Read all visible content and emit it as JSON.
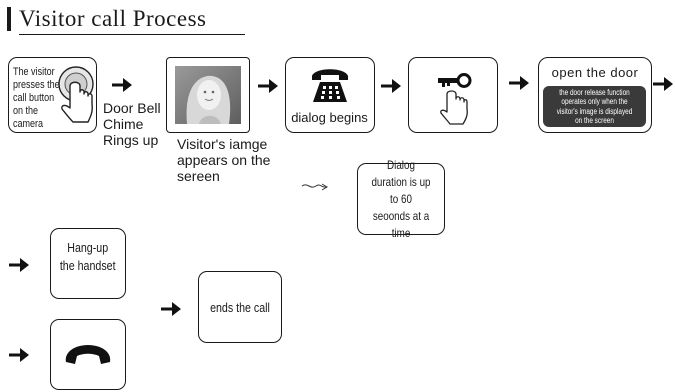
{
  "title": "Visitor call Process",
  "steps": {
    "visitor_press": "The visitor presses the call button on the camera",
    "door_bell": "Door Bell Chime Rings up",
    "visitor_image": "Visitor's iamge appears on the sereen",
    "dialog_begins": "dialog begins",
    "open_door_title": "open the door",
    "open_door_note": "the door release function operates only when the visitor's image is displayed on the screen",
    "dialog_duration": "Dialog duration is up to 60 seoonds at a time",
    "hang_up": "Hang-up the handset",
    "ends_call": "ends the call"
  },
  "icons": [
    "hand-press-icon",
    "portrait-photo",
    "telephone-icon",
    "key-hand-icon",
    "handset-icon"
  ]
}
